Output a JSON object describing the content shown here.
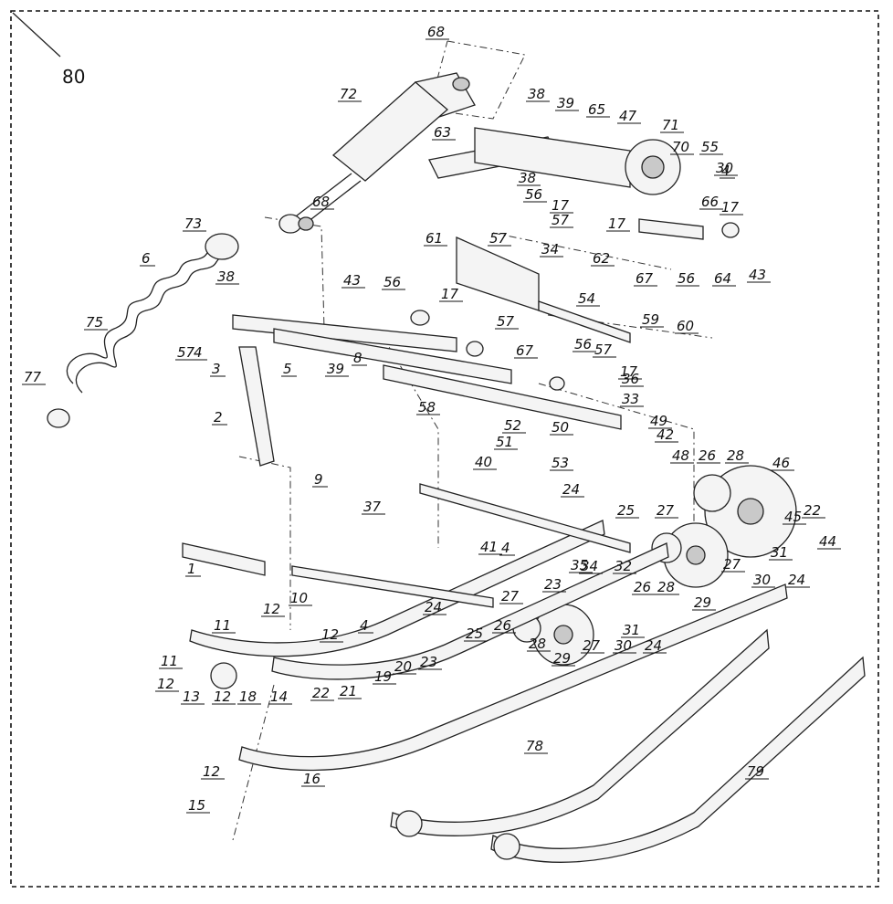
{
  "diagram": {
    "assembly_number": "80",
    "callouts": [
      {
        "label": "68"
      },
      {
        "label": "72"
      },
      {
        "label": "38"
      },
      {
        "label": "39"
      },
      {
        "label": "65"
      },
      {
        "label": "47"
      },
      {
        "label": "71"
      },
      {
        "label": "63"
      },
      {
        "label": "70"
      },
      {
        "label": "55"
      },
      {
        "label": "30"
      },
      {
        "label": "4"
      },
      {
        "label": "38"
      },
      {
        "label": "56"
      },
      {
        "label": "17"
      },
      {
        "label": "57"
      },
      {
        "label": "17"
      },
      {
        "label": "66"
      },
      {
        "label": "17"
      },
      {
        "label": "68"
      },
      {
        "label": "73"
      },
      {
        "label": "61"
      },
      {
        "label": "57"
      },
      {
        "label": "34"
      },
      {
        "label": "62"
      },
      {
        "label": "67"
      },
      {
        "label": "56"
      },
      {
        "label": "64"
      },
      {
        "label": "43"
      },
      {
        "label": "6"
      },
      {
        "label": "43"
      },
      {
        "label": "38"
      },
      {
        "label": "56"
      },
      {
        "label": "17"
      },
      {
        "label": "54"
      },
      {
        "label": "75"
      },
      {
        "label": "57"
      },
      {
        "label": "57"
      },
      {
        "label": "4"
      },
      {
        "label": "3"
      },
      {
        "label": "5"
      },
      {
        "label": "39"
      },
      {
        "label": "8"
      },
      {
        "label": "67"
      },
      {
        "label": "56"
      },
      {
        "label": "57"
      },
      {
        "label": "59"
      },
      {
        "label": "60"
      },
      {
        "label": "77"
      },
      {
        "label": "17"
      },
      {
        "label": "36"
      },
      {
        "label": "33"
      },
      {
        "label": "58"
      },
      {
        "label": "52"
      },
      {
        "label": "2"
      },
      {
        "label": "50"
      },
      {
        "label": "51"
      },
      {
        "label": "49"
      },
      {
        "label": "42"
      },
      {
        "label": "53"
      },
      {
        "label": "48"
      },
      {
        "label": "26"
      },
      {
        "label": "28"
      },
      {
        "label": "46"
      },
      {
        "label": "40"
      },
      {
        "label": "9"
      },
      {
        "label": "24"
      },
      {
        "label": "37"
      },
      {
        "label": "25"
      },
      {
        "label": "27"
      },
      {
        "label": "45"
      },
      {
        "label": "22"
      },
      {
        "label": "44"
      },
      {
        "label": "41"
      },
      {
        "label": "4"
      },
      {
        "label": "35"
      },
      {
        "label": "34"
      },
      {
        "label": "32"
      },
      {
        "label": "23"
      },
      {
        "label": "31"
      },
      {
        "label": "1"
      },
      {
        "label": "26"
      },
      {
        "label": "28"
      },
      {
        "label": "29"
      },
      {
        "label": "27"
      },
      {
        "label": "30"
      },
      {
        "label": "24"
      },
      {
        "label": "27"
      },
      {
        "label": "10"
      },
      {
        "label": "12"
      },
      {
        "label": "11"
      },
      {
        "label": "12"
      },
      {
        "label": "4"
      },
      {
        "label": "24"
      },
      {
        "label": "25"
      },
      {
        "label": "11"
      },
      {
        "label": "20"
      },
      {
        "label": "23"
      },
      {
        "label": "19"
      },
      {
        "label": "12"
      },
      {
        "label": "26"
      },
      {
        "label": "28"
      },
      {
        "label": "29"
      },
      {
        "label": "31"
      },
      {
        "label": "13"
      },
      {
        "label": "12"
      },
      {
        "label": "18"
      },
      {
        "label": "14"
      },
      {
        "label": "22"
      },
      {
        "label": "21"
      },
      {
        "label": "27"
      },
      {
        "label": "30"
      },
      {
        "label": "24"
      },
      {
        "label": "16"
      },
      {
        "label": "78"
      },
      {
        "label": "79"
      },
      {
        "label": "12"
      },
      {
        "label": "15"
      }
    ]
  }
}
